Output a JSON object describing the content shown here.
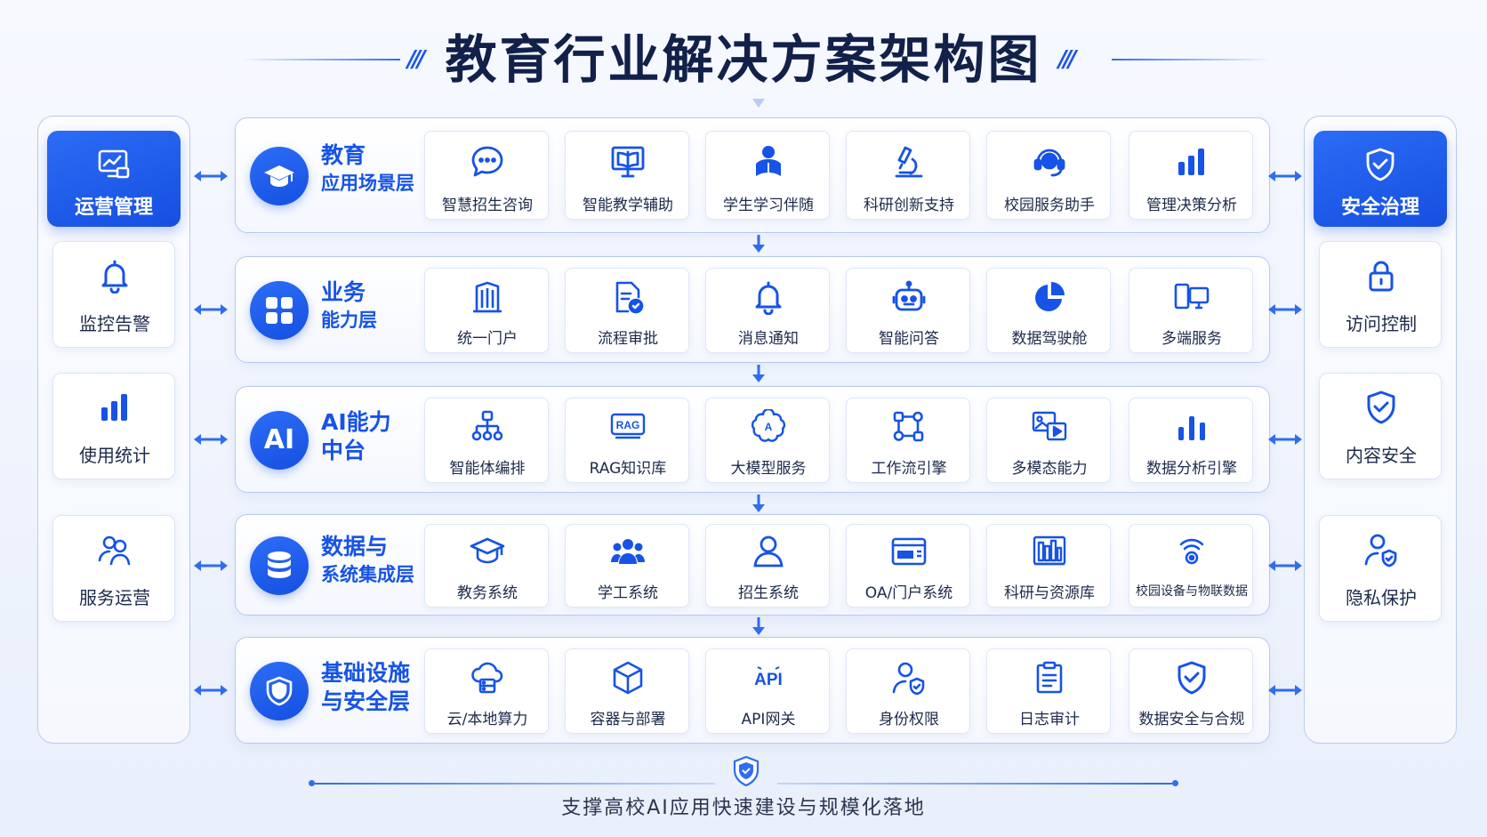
{
  "title": "教育行业解决方案架构图",
  "footer": "支撑高校AI应用快速建设与规模化落地",
  "colors": {
    "accent": "#1653e6",
    "accent_light": "#2d6df6",
    "dark_text": "#12214a"
  },
  "left_panel": {
    "header": {
      "label": "运营管理",
      "icon": "monitor-chart-icon"
    },
    "items": [
      {
        "label": "监控告警",
        "icon": "bell-icon"
      },
      {
        "label": "使用统计",
        "icon": "bar-chart-icon"
      },
      {
        "label": "服务运营",
        "icon": "users-service-icon"
      }
    ]
  },
  "right_panel": {
    "header": {
      "label": "安全治理",
      "icon": "shield-check-icon"
    },
    "items": [
      {
        "label": "访问控制",
        "icon": "lock-icon"
      },
      {
        "label": "内容安全",
        "icon": "shield-check-icon"
      },
      {
        "label": "隐私保护",
        "icon": "user-shield-icon"
      }
    ]
  },
  "layers": [
    {
      "title_line1": "教育",
      "title_line2": "应用场景层",
      "badge_icon": "graduation-cap-icon",
      "cards": [
        {
          "label": "智慧招生咨询",
          "icon": "chat-bubble-icon"
        },
        {
          "label": "智能教学辅助",
          "icon": "book-screen-icon"
        },
        {
          "label": "学生学习伴随",
          "icon": "student-reading-icon"
        },
        {
          "label": "科研创新支持",
          "icon": "microscope-icon"
        },
        {
          "label": "校园服务助手",
          "icon": "headset-icon"
        },
        {
          "label": "管理决策分析",
          "icon": "bar-chart-icon"
        }
      ]
    },
    {
      "title_line1": "业务",
      "title_line2": "能力层",
      "badge_icon": "app-grid-icon",
      "cards": [
        {
          "label": "统一门户",
          "icon": "building-icon"
        },
        {
          "label": "流程审批",
          "icon": "document-check-icon"
        },
        {
          "label": "消息通知",
          "icon": "bell-icon"
        },
        {
          "label": "智能问答",
          "icon": "robot-icon"
        },
        {
          "label": "数据驾驶舱",
          "icon": "pie-chart-icon"
        },
        {
          "label": "多端服务",
          "icon": "devices-icon"
        }
      ]
    },
    {
      "title_line1": "AI能力",
      "title_line2": "中台",
      "badge_text": "AI",
      "badge_icon": "ai-text-icon",
      "cards": [
        {
          "label": "智能体编排",
          "icon": "org-tree-icon"
        },
        {
          "label": "RAG知识库",
          "icon": "rag-box-icon"
        },
        {
          "label": "大模型服务",
          "icon": "ai-brain-icon"
        },
        {
          "label": "工作流引擎",
          "icon": "workflow-icon"
        },
        {
          "label": "多模态能力",
          "icon": "image-video-icon"
        },
        {
          "label": "数据分析引擎",
          "icon": "bar-chart-icon"
        }
      ]
    },
    {
      "title_line1": "数据与",
      "title_line2": "系统集成层",
      "badge_icon": "database-icon",
      "cards": [
        {
          "label": "教务系统",
          "icon": "graduation-cap-icon"
        },
        {
          "label": "学工系统",
          "icon": "users-group-icon"
        },
        {
          "label": "招生系统",
          "icon": "user-icon"
        },
        {
          "label": "OA/门户系统",
          "icon": "browser-window-icon"
        },
        {
          "label": "科研与资源库",
          "icon": "bookshelf-icon"
        },
        {
          "label": "校园设备与物联数据",
          "icon": "iot-signal-icon"
        }
      ]
    },
    {
      "title_line1": "基础设施",
      "title_line2": "与安全层",
      "badge_icon": "shield-icon",
      "cards": [
        {
          "label": "云/本地算力",
          "icon": "cloud-server-icon"
        },
        {
          "label": "容器与部署",
          "icon": "cube-icon"
        },
        {
          "label": "API网关",
          "icon": "api-icon",
          "icon_text": "API"
        },
        {
          "label": "身份权限",
          "icon": "user-shield-icon"
        },
        {
          "label": "日志审计",
          "icon": "clipboard-icon"
        },
        {
          "label": "数据安全与合规",
          "icon": "shield-check-icon"
        }
      ]
    }
  ]
}
